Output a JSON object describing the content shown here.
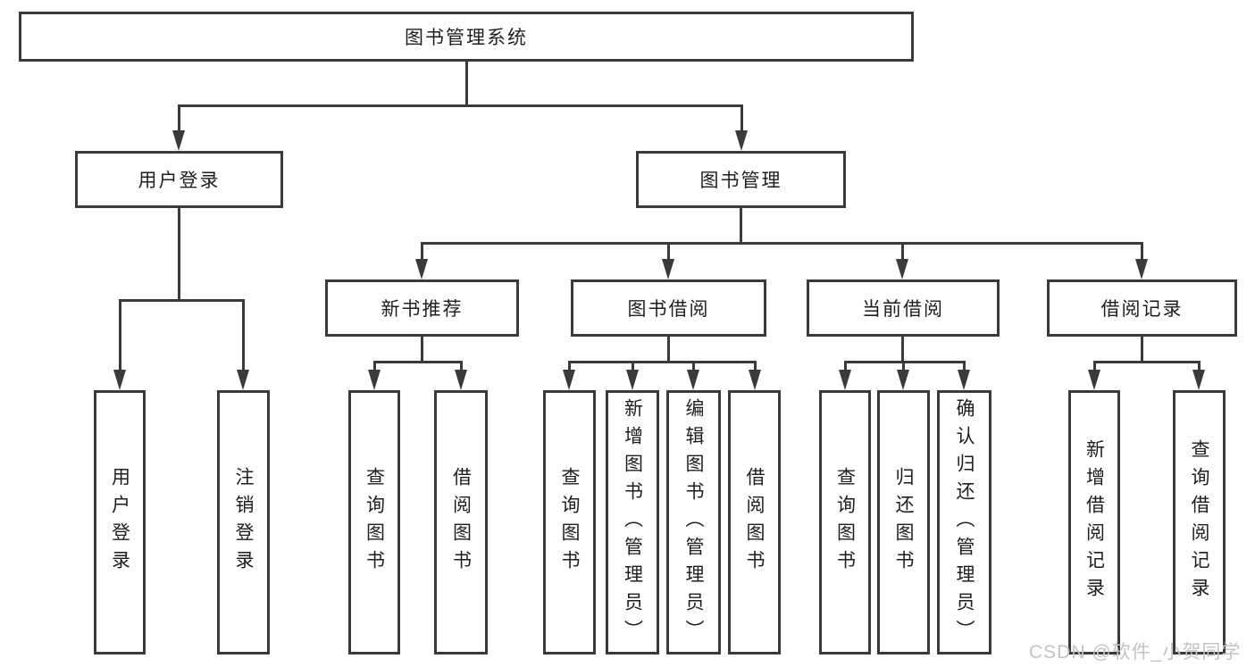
{
  "diagram": {
    "root": "图书管理系统",
    "user_login": {
      "label": "用户登录",
      "leaves": [
        "用户登录",
        "注销登录"
      ]
    },
    "book_mgmt": {
      "label": "图书管理",
      "children": [
        {
          "label": "新书推荐",
          "leaves": [
            "查询图书",
            "借阅图书"
          ]
        },
        {
          "label": "图书借阅",
          "leaves": [
            "查询图书",
            "新增图书（管理员）",
            "编辑图书（管理员）",
            "借阅图书"
          ]
        },
        {
          "label": "当前借阅",
          "leaves": [
            "查询图书",
            "归还图书",
            "确认归还（管理员）"
          ]
        },
        {
          "label": "借阅记录",
          "leaves": [
            "新增借阅记录",
            "查询借阅记录"
          ]
        }
      ]
    },
    "watermark": "CSDN @软件_小贺同学",
    "colors": {
      "line": "#3a3a3a",
      "text": "#1e1e1e",
      "background": "#ffffff",
      "watermark": "#c3c3c3"
    }
  }
}
